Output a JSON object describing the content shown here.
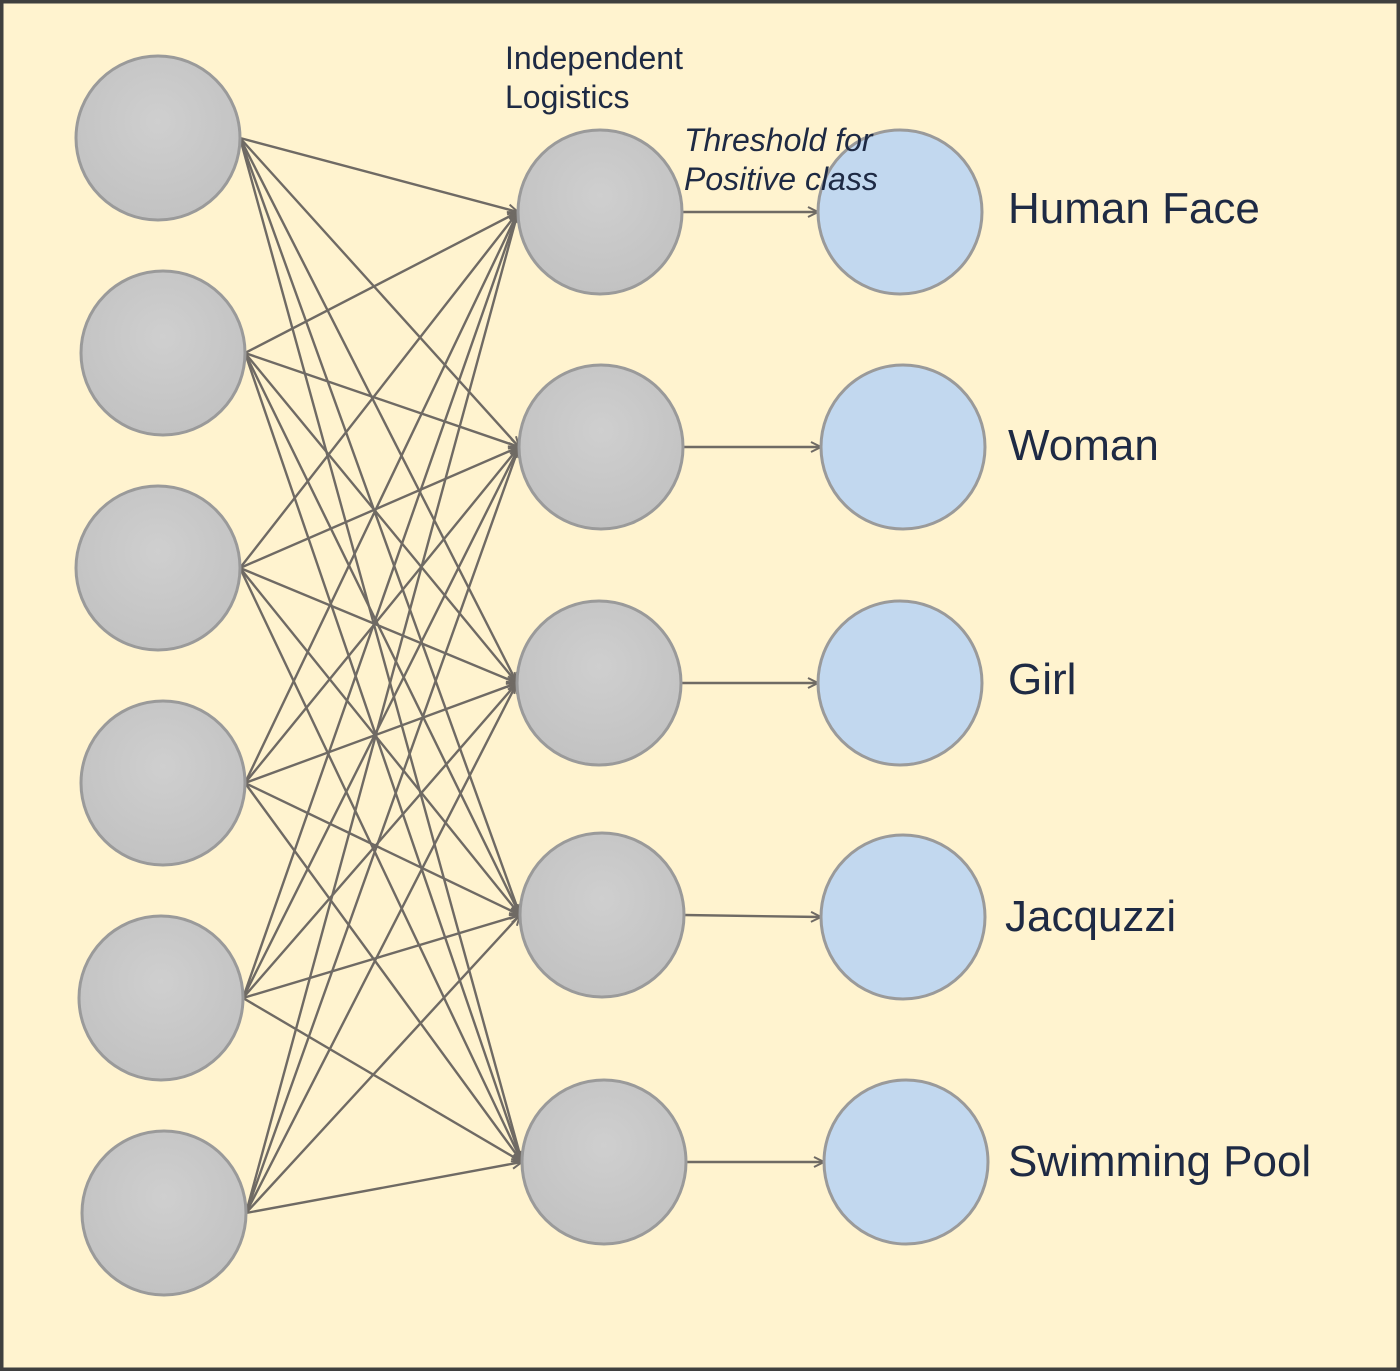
{
  "diagram": {
    "annotations": {
      "hidden_layer_title": [
        "Independent",
        "Logistics"
      ],
      "threshold_note": [
        "Threshold for",
        "Positive class"
      ]
    },
    "output_labels": [
      "Human Face",
      "Woman",
      "Girl",
      "Jacquzzi",
      "Swimming Pool"
    ],
    "colors": {
      "background": "#fff3cf",
      "border": "#3f3f3f",
      "node_gray": "#c8c8c8",
      "node_blue": "#c2d8ef",
      "node_stroke": "#9a9a9a",
      "edge": "#6f6a64",
      "label_text": "#1e2a44"
    }
  }
}
